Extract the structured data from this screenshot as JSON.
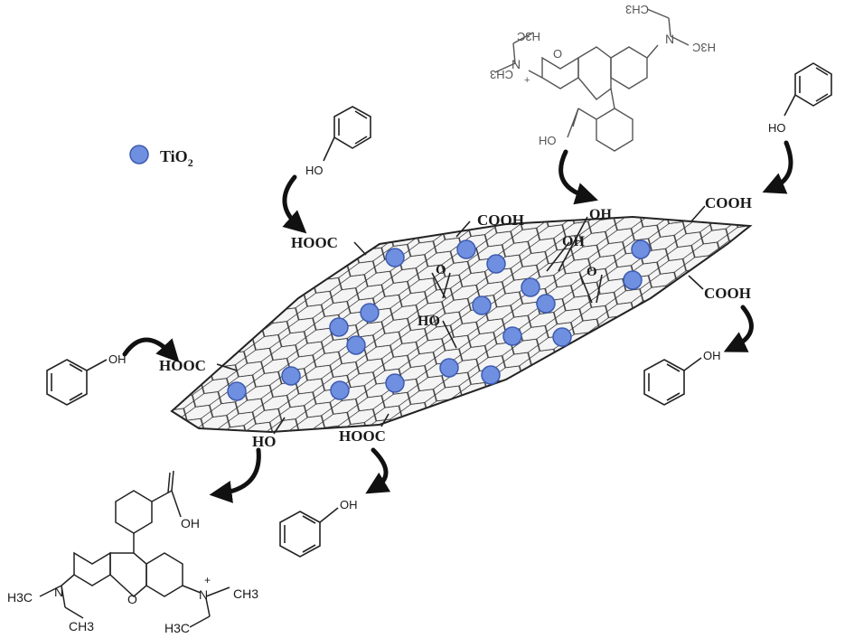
{
  "legend": {
    "particle_label": "TiO",
    "particle_sub": "2",
    "particle_color": "#6f8fe0"
  },
  "sheet_groups": {
    "cooh_top": "COOH",
    "cooh_right_top": "COOH",
    "cooh_right": "COOH",
    "hooc_left_top": "HOOC",
    "hooc_left": "HOOC",
    "hooc_bottom": "HOOC",
    "ho_bottom": "HO",
    "ho_center": "HO",
    "oh_top": "OH",
    "oh_top2": "OH",
    "epoxy_left": "O",
    "epoxy_right": "O"
  },
  "phenol": {
    "oh": "OH",
    "ho": "HO"
  },
  "rhodamine_bottom": {
    "acid": "OH",
    "h3c_left": "H3C",
    "ch3_left": "CH3",
    "n_left": "N",
    "o_ring": "O",
    "n_right": "N",
    "plus": "+",
    "ch3_right": "CH3",
    "h3c_right": "H3C"
  },
  "rhodamine_top": {
    "acid": "HO",
    "h3c_a": "H3C",
    "ch3_b": "CH3",
    "n_right": "N",
    "n_left": "N",
    "o_ring": "O",
    "ch3_c": "CH3",
    "h3c_d": "H3C",
    "plus": "+"
  },
  "colors": {
    "particle": "#6f8fe0",
    "particle_stroke": "#3e5bb0",
    "ink": "#1a1a1a"
  }
}
